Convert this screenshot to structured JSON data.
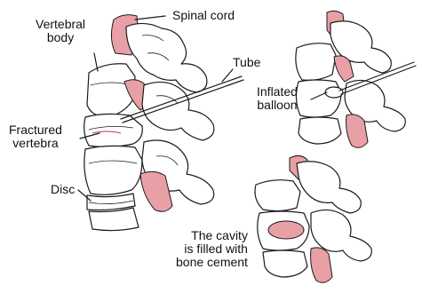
{
  "labels": {
    "vertebral_body": "Vertebral\nbody",
    "spinal_cord": "Spinal cord",
    "tube": "Tube",
    "inflated_balloon": "Inflated\nballoon",
    "fractured_vertebra": "Fractured\nvertebra",
    "disc": "Disc",
    "bone_cement": "The cavity\nis filled with\nbone cement"
  },
  "colors": {
    "spinal_cord": "#e8a0a6",
    "cement": "#e8a0a6",
    "outline": "#1a1a1a"
  }
}
